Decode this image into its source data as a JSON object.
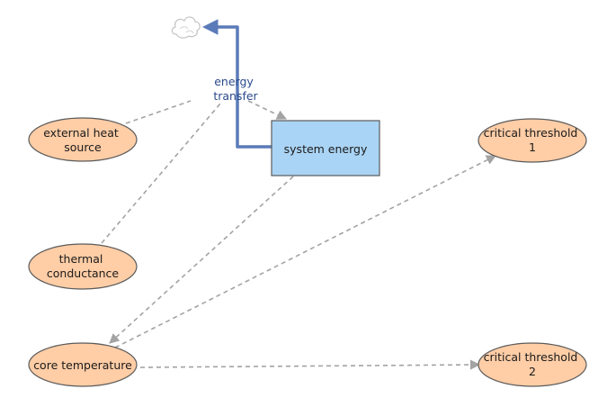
{
  "nodes": {
    "external_heat_source": [
      "external heat",
      "source"
    ],
    "thermal_conductance": [
      "thermal",
      "conductance"
    ],
    "core_temperature": [
      "core temperature"
    ],
    "system_energy": [
      "system energy"
    ],
    "critical_threshold_1": [
      "critical threshold",
      "1"
    ],
    "critical_threshold_2": [
      "critical threshold",
      "2"
    ]
  },
  "flow": {
    "label": [
      "energy",
      "transfer"
    ]
  },
  "colors": {
    "variable_fill": "#ffcda6",
    "stock_fill": "#aad4f5",
    "flow_pipe": "#5b7bb8",
    "flow_label": "#2b4a8c",
    "link": "#a3a3a3"
  }
}
